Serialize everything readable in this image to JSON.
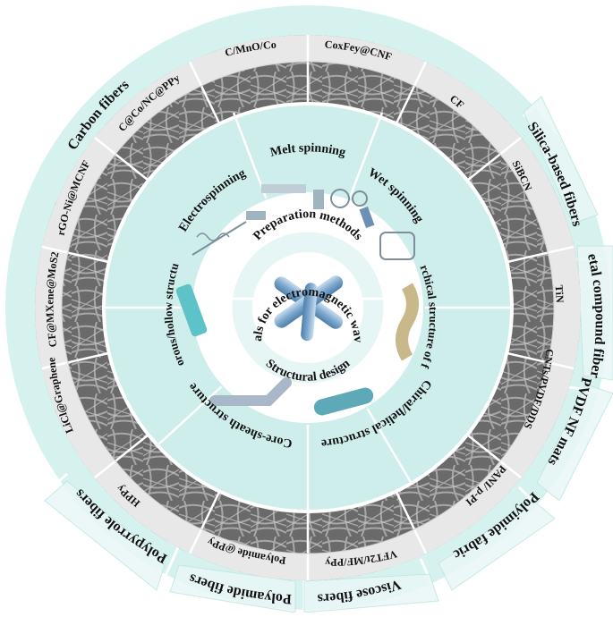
{
  "center": {
    "title": "Fiber materials for electromagnetic wave absorption",
    "group_preparation": "Preparation methods",
    "group_structural": "Structural design"
  },
  "methods": [
    {
      "id": "melt",
      "label": "Melt spinning"
    },
    {
      "id": "wet",
      "label": "Wet spinning"
    },
    {
      "id": "electro",
      "label": "Electrospinning"
    }
  ],
  "structures": [
    {
      "id": "hier",
      "label": "Hierarchical structure of fabrics"
    },
    {
      "id": "chiral",
      "label": "Chiral/helical structure"
    },
    {
      "id": "core",
      "label": "Core-sheath structure"
    },
    {
      "id": "porous",
      "label": "Porous/hollow structure"
    }
  ],
  "samples": [
    {
      "label": "C/MnO/Co"
    },
    {
      "label": "CoxFey@CNF"
    },
    {
      "label": "CF"
    },
    {
      "label": "SiBCN"
    },
    {
      "label": "TiN"
    },
    {
      "label": "CNTs/PVDF/DDS"
    },
    {
      "label": "PANI/ p-PI"
    },
    {
      "label": "VFT2t/MF/PPy"
    },
    {
      "label": "Polyamide @PPy"
    },
    {
      "label": "HPPy"
    },
    {
      "label": "LiCl@Graphene"
    },
    {
      "label": "CF@MXene@MoS2"
    },
    {
      "label": "rGO-Ni@MCNF"
    },
    {
      "label": "C@Co/NC@PPy"
    }
  ],
  "categories": [
    {
      "label": "Carbon fibers"
    },
    {
      "label": "Silica-based fibers"
    },
    {
      "label": "Metal compound fibers"
    },
    {
      "label": "PVDF NF mats"
    },
    {
      "label": "Polyimide fabric"
    },
    {
      "label": "Viscose fibers"
    },
    {
      "label": "Polyamide fibers"
    },
    {
      "label": "Polypyrrole fibers"
    }
  ],
  "colors": {
    "outer_ring": "#d6f2ee",
    "inner_ring": "#cdeeea",
    "hub_bg": "#ffffff",
    "label_band": "#ececec",
    "text": "#111111",
    "cylinder": "#7ea9cf"
  }
}
